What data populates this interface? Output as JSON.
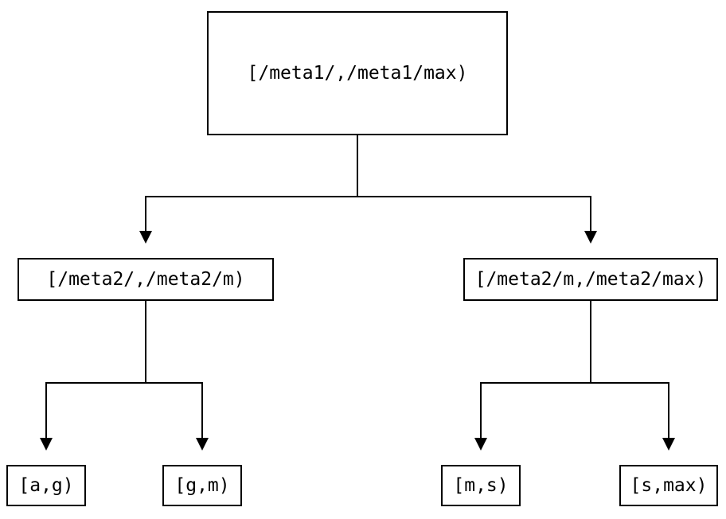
{
  "diagram": {
    "type": "binary-interval-tree",
    "colors": {
      "background": "#ffffff",
      "line": "#000000",
      "box_border": "#000000",
      "text": "#000000"
    },
    "icons": {
      "connector_arrow": "arrow-down-filled-triangle"
    },
    "tree": {
      "label": "[/meta1/,/meta1/max)",
      "children": [
        {
          "label": "[/meta2/,/meta2/m)",
          "children": [
            {
              "label": "[a,g)"
            },
            {
              "label": "[g,m)"
            }
          ]
        },
        {
          "label": "[/meta2/m,/meta2/max)",
          "children": [
            {
              "label": "[m,s)"
            },
            {
              "label": "[s,max)"
            }
          ]
        }
      ]
    }
  }
}
